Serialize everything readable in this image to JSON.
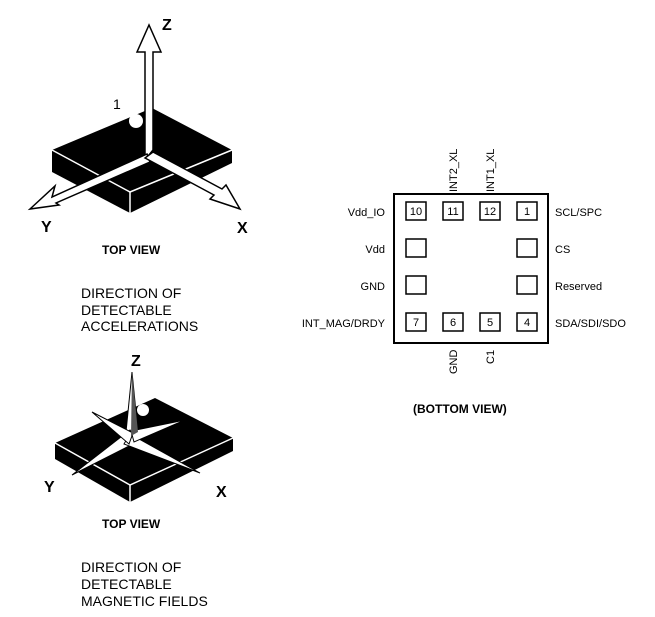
{
  "accel": {
    "axis_z": "Z",
    "axis_y": "Y",
    "axis_x": "X",
    "pin1_marker": "1",
    "view_label": "TOP VIEW",
    "caption": [
      "DIRECTION OF",
      "DETECTABLE",
      "ACCELERATIONS"
    ]
  },
  "mag": {
    "axis_z": "Z",
    "axis_y": "Y",
    "axis_x": "X",
    "view_label": "TOP VIEW",
    "caption": [
      "DIRECTION OF",
      "DETECTABLE",
      "MAGNETIC FIELDS"
    ]
  },
  "pinout": {
    "view_label": "(BOTTOM VIEW)",
    "left_labels": [
      "Vdd_IO",
      "Vdd",
      "GND",
      "INT_MAG/DRDY"
    ],
    "right_labels": [
      "SCL/SPC",
      "CS",
      "Reserved",
      "SDA/SDI/SDO"
    ],
    "top_labels": [
      "INT2_XL",
      "INT1_XL"
    ],
    "bottom_labels": [
      "GND",
      "C1"
    ],
    "pin_numbers": {
      "p10": "10",
      "p11": "11",
      "p12": "12",
      "p1": "1",
      "p7": "7",
      "p6": "6",
      "p5": "5",
      "p4": "4",
      "p2": "",
      "p3": "",
      "p8": "",
      "p9": ""
    }
  }
}
